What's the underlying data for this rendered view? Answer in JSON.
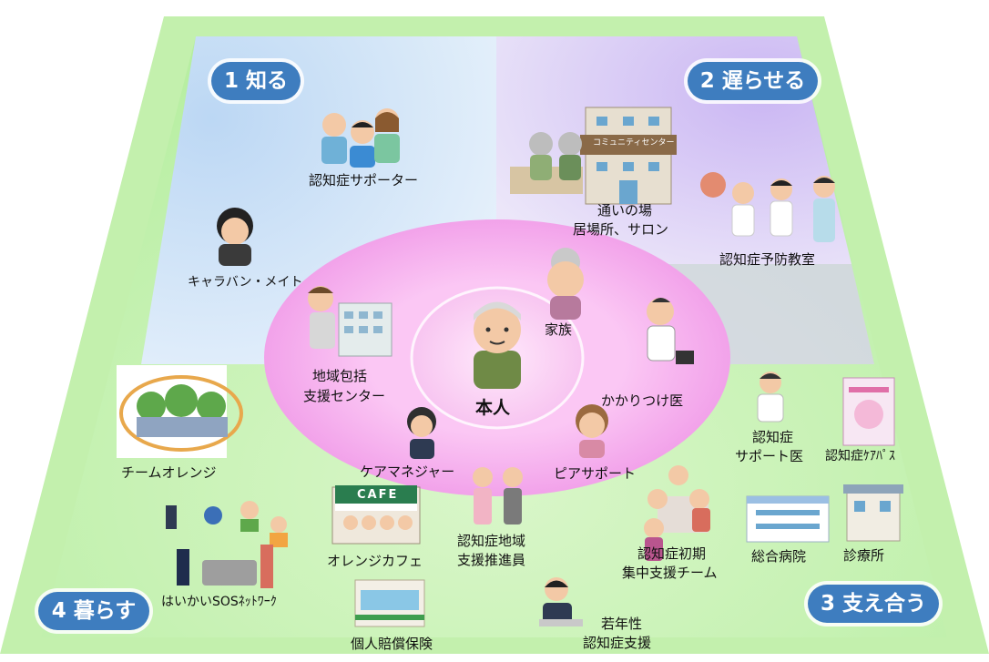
{
  "quadrants": [
    {
      "number": "1",
      "title": "知る",
      "color": "#3e7dbf"
    },
    {
      "number": "2",
      "title": "遅らせる",
      "color": "#3e7dbf"
    },
    {
      "number": "3",
      "title": "支え合う",
      "color": "#3e7dbf"
    },
    {
      "number": "4",
      "title": "暮らす",
      "color": "#3e7dbf"
    }
  ],
  "badges": {
    "q1": "1 知る",
    "q2": "2 遅らせる",
    "q3": "3 支え合う",
    "q4": "4 暮らす"
  },
  "center": {
    "label": "本人"
  },
  "inner_ring": {
    "family": "家族",
    "doctor": "かかりつけ医",
    "peer": "ピアサポート",
    "caremanager": "ケアマネジャー",
    "center_line1": "地域包括",
    "center_line2": "支援センター"
  },
  "know": {
    "supporter": "認知症サポーター",
    "caravan": "キャラバン・メイト"
  },
  "delay": {
    "place_line1": "通いの場",
    "place_line2": "居場所、サロン",
    "building_sign": "コミュニティセンター",
    "prevention": "認知症予防教室"
  },
  "support": {
    "support_doc_line1": "認知症",
    "support_doc_line2": "サポート医",
    "carepath": "認知症ｹｱﾊﾟｽ",
    "hospital": "総合病院",
    "clinic": "診療所",
    "initial_line1": "認知症初期",
    "initial_line2": "集中支援チーム",
    "young_line1": "若年性",
    "young_line2": "認知症支援"
  },
  "live": {
    "team_orange": "チームオレンジ",
    "cafe": "オレンジカフェ",
    "cafe_sign": "CAFE",
    "promoter_line1": "認知症地域",
    "promoter_line2": "支援推進員",
    "sos": "はいかいSOSﾈｯﾄﾜｰｸ",
    "insurance": "個人賠償保険"
  },
  "colors": {
    "badge": "#3e7dbf",
    "outer_frame": "#bdf2a8",
    "know_area": "#cfe3fb",
    "delay_area": "#dcc9fb",
    "live_area": "#c9f0b8",
    "support_area": "#c8f0b6",
    "ring": "#f7b6ef",
    "inner_circle": "#f9d3f3"
  }
}
